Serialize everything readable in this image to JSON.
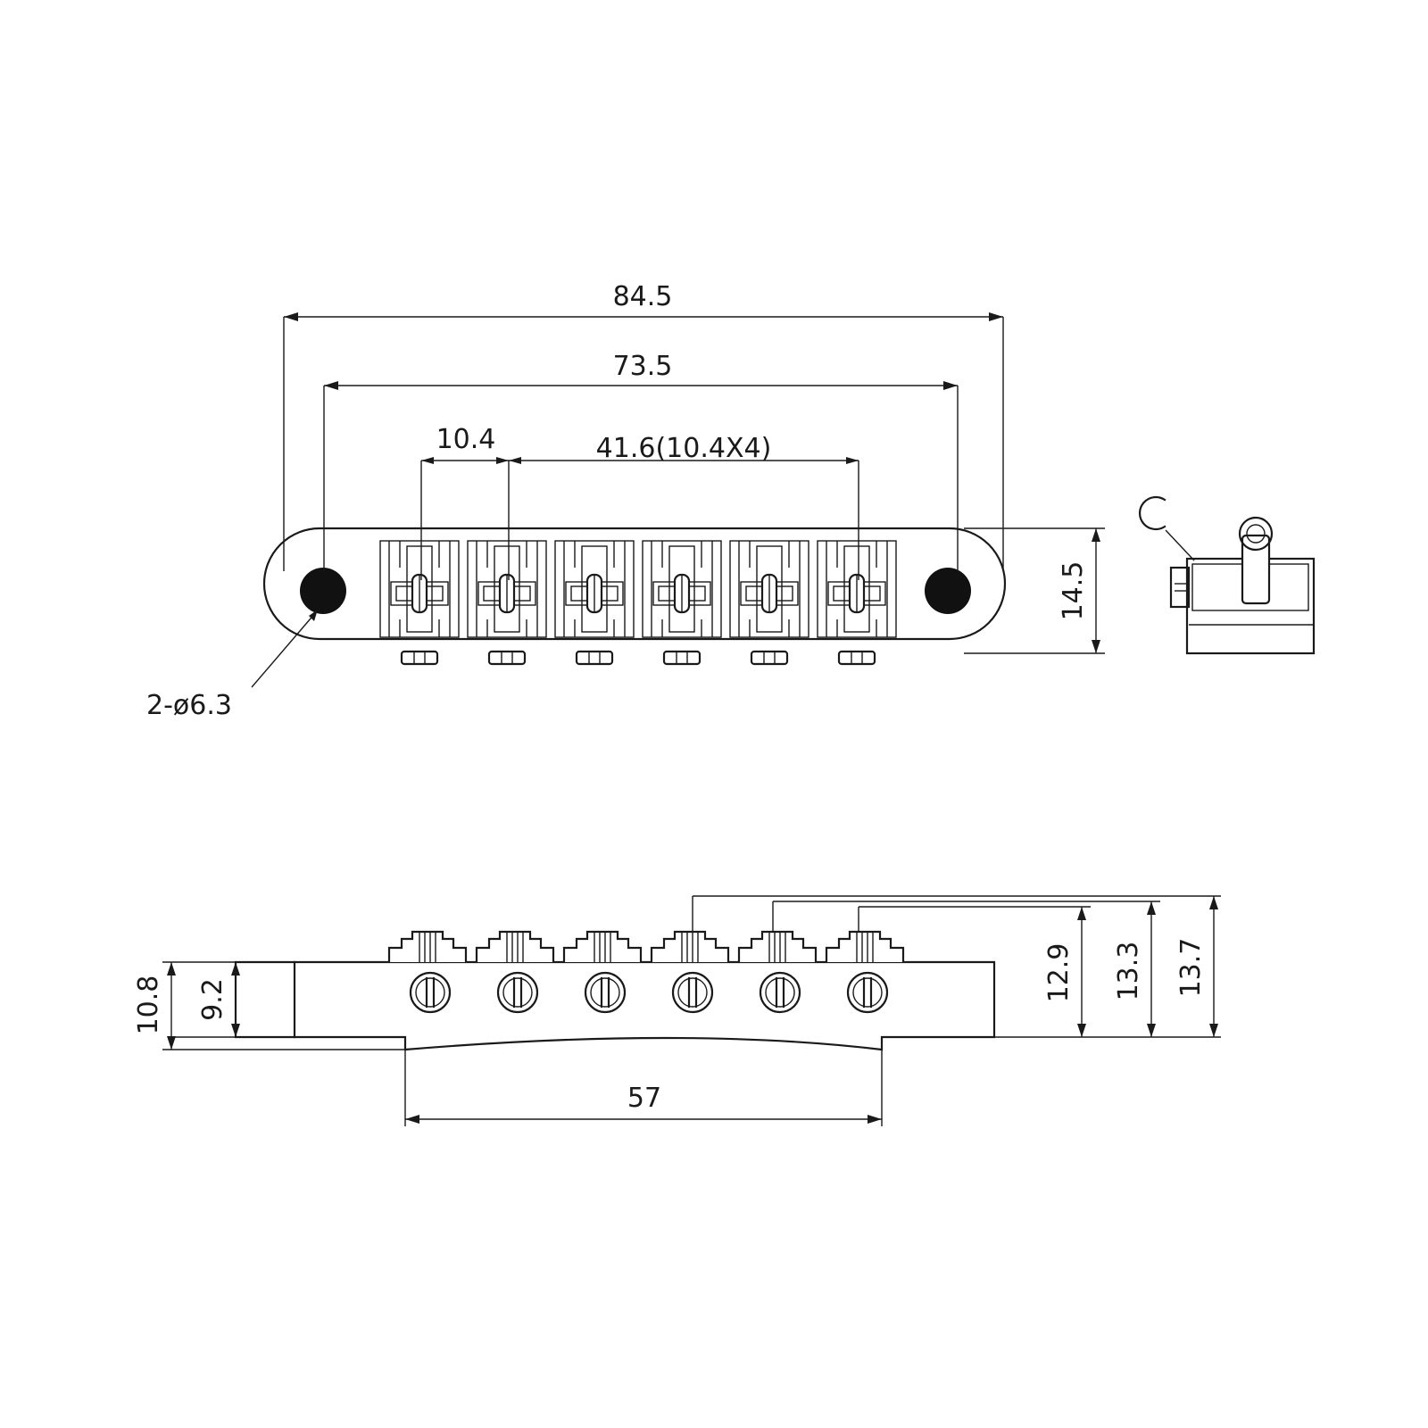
{
  "drawing": {
    "top_view": {
      "dims": {
        "overall_length": "84.5",
        "post_spacing": "73.5",
        "saddle_pitch": "10.4",
        "saddle_span": "41.6(10.4X4)",
        "body_depth": "14.5",
        "mount_holes": "2-ø6.3"
      }
    },
    "side_view": {
      "dims": {
        "end_height": "10.8",
        "body_height": "9.2",
        "saddle_height_low": "12.9",
        "saddle_height_mid": "13.3",
        "saddle_height_high": "13.7",
        "base_length": "57"
      }
    },
    "saddle_count": 6
  }
}
